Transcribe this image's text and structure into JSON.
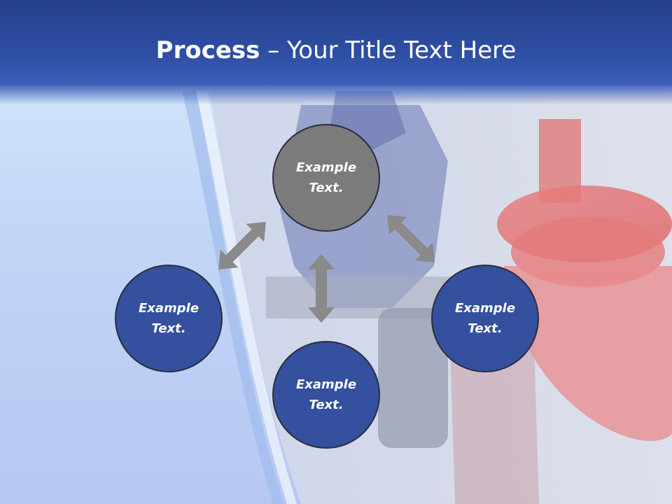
{
  "title": {
    "bold": "Process",
    "separator": " – ",
    "rest": "Your Title Text Here"
  },
  "nodes": {
    "top": "Example Text.",
    "left": "Example Text.",
    "right": "Example Text.",
    "bottom": "Example Text."
  },
  "colors": {
    "title_bar": "#2f50a6",
    "circle_blue": "#34509e",
    "circle_gray": "#7b7b7b",
    "arrow": "#8a8a8a"
  },
  "icons": {
    "arrow": "double-headed-arrow"
  }
}
